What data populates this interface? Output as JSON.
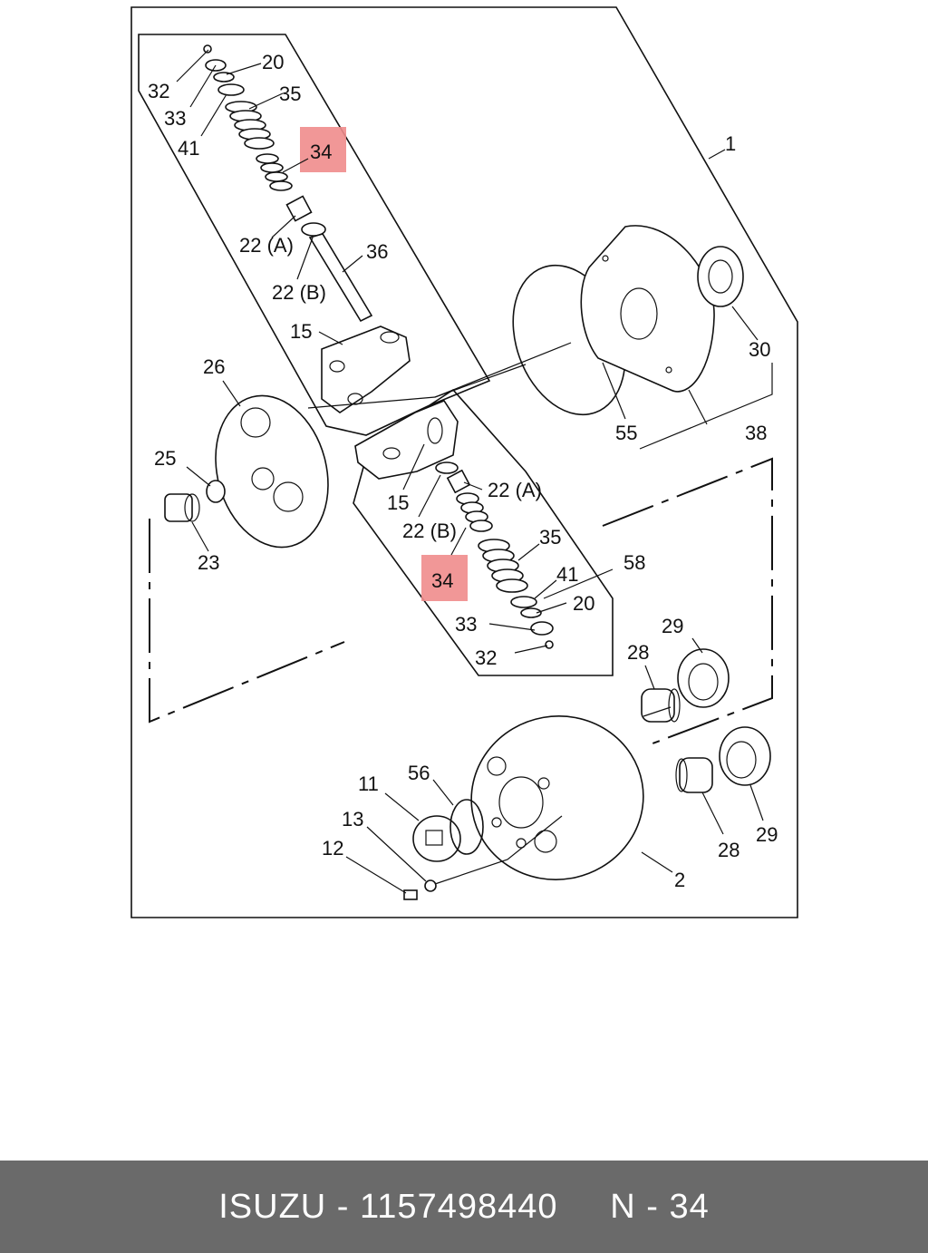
{
  "diagram": {
    "callouts": [
      {
        "id": "c32a",
        "text": "32"
      },
      {
        "id": "c20a",
        "text": "20"
      },
      {
        "id": "c33a",
        "text": "33"
      },
      {
        "id": "c35a",
        "text": "35"
      },
      {
        "id": "c41a",
        "text": "41"
      },
      {
        "id": "c34a",
        "text": "34"
      },
      {
        "id": "c22Aa",
        "text": "22 (A)"
      },
      {
        "id": "c22Ba",
        "text": "22 (B)"
      },
      {
        "id": "c36",
        "text": "36"
      },
      {
        "id": "c15a",
        "text": "15"
      },
      {
        "id": "c1",
        "text": "1"
      },
      {
        "id": "c30",
        "text": "30"
      },
      {
        "id": "c26",
        "text": "26"
      },
      {
        "id": "c25",
        "text": "25"
      },
      {
        "id": "c23",
        "text": "23"
      },
      {
        "id": "c55",
        "text": "55"
      },
      {
        "id": "c38",
        "text": "38"
      },
      {
        "id": "c15b",
        "text": "15"
      },
      {
        "id": "c22Ab",
        "text": "22 (A)"
      },
      {
        "id": "c22Bb",
        "text": "22 (B)"
      },
      {
        "id": "c35b",
        "text": "35"
      },
      {
        "id": "c58",
        "text": "58"
      },
      {
        "id": "c34b",
        "text": "34"
      },
      {
        "id": "c41b",
        "text": "41"
      },
      {
        "id": "c20b",
        "text": "20"
      },
      {
        "id": "c33b",
        "text": "33"
      },
      {
        "id": "c32b",
        "text": "32"
      },
      {
        "id": "c29a",
        "text": "29"
      },
      {
        "id": "c28a",
        "text": "28"
      },
      {
        "id": "c11",
        "text": "11"
      },
      {
        "id": "c56",
        "text": "56"
      },
      {
        "id": "c13",
        "text": "13"
      },
      {
        "id": "c12",
        "text": "12"
      },
      {
        "id": "c2",
        "text": "2"
      },
      {
        "id": "c28b",
        "text": "28"
      },
      {
        "id": "c29b",
        "text": "29"
      }
    ],
    "highlight_color": "#f08c8c"
  },
  "footer": {
    "text": "ISUZU - 1157498440     N - 34",
    "background": "#6a6a6a"
  }
}
